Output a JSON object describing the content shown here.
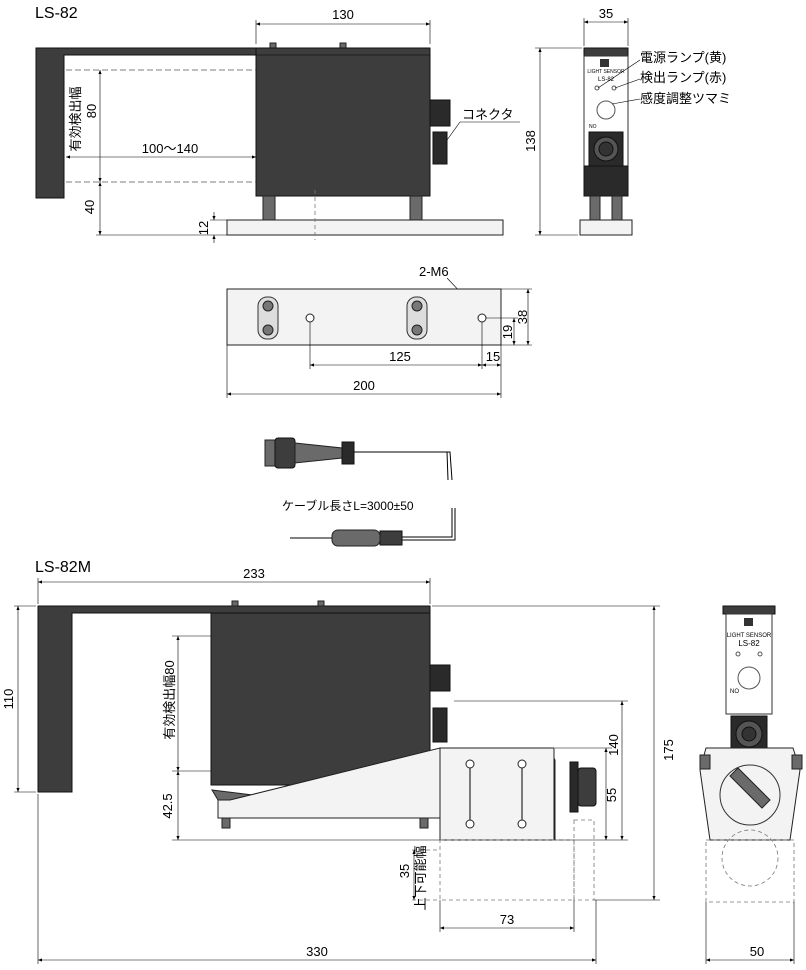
{
  "ls82": {
    "title": "LS-82",
    "dim_130": "130",
    "dim_35": "35",
    "dim_138": "138",
    "label_effective": "有効検出幅",
    "dim_80": "80",
    "dim_100_140": "100～140",
    "dim_40": "40",
    "dim_12": "12",
    "callout_connector": "コネクタ",
    "callout_power_lamp": "電源ランプ(黄)",
    "callout_detect_lamp": "検出ランプ(赤)",
    "callout_knob": "感度調整ツマミ",
    "panel_sensor_text": "LIGHT SENSOR",
    "panel_model_text": "LS-82",
    "panel_no_text": "NO"
  },
  "base": {
    "label_holes": "2-M6",
    "dim_38": "38",
    "dim_19": "19",
    "dim_125": "125",
    "dim_15": "15",
    "dim_200": "200"
  },
  "cable": {
    "label_length": "ケーブル長さL=3000±50"
  },
  "ls82m": {
    "title": "LS-82M",
    "dim_233": "233",
    "dim_110": "110",
    "label_effective80": "有効検出幅80",
    "dim_140": "140",
    "dim_175": "175",
    "dim_55": "55",
    "dim_42_5": "42.5",
    "dim_35": "35",
    "label_updown": "上下可能幅",
    "dim_73": "73",
    "dim_330": "330",
    "dim_50": "50",
    "panel_sensor_text": "LIGHT SENSOR",
    "panel_model_text": "LS-82",
    "panel_no_text": "NO"
  }
}
